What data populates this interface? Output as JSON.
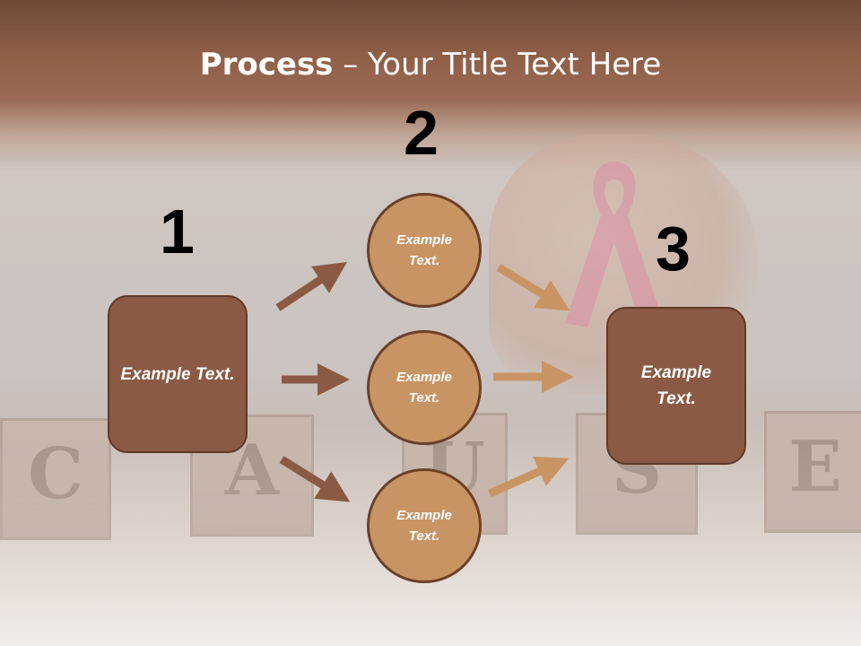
{
  "title": {
    "bold": "Process",
    "rest": " – Your Title Text Here"
  },
  "steps": {
    "one": "1",
    "two": "2",
    "three": "3"
  },
  "left_box": {
    "text": "Example Text."
  },
  "circles": [
    {
      "text": "Example Text."
    },
    {
      "text": "Example Text."
    },
    {
      "text": "Example Text."
    }
  ],
  "right_box": {
    "text": "Example Text."
  },
  "background_blocks": [
    "C",
    "A",
    "U",
    "S",
    "E"
  ],
  "colors": {
    "dark_box": "#8b5a44",
    "circle": "#c99463",
    "arrow_dark": "#8b5a44",
    "arrow_light": "#c99463",
    "header_band": "#8e5e47"
  }
}
